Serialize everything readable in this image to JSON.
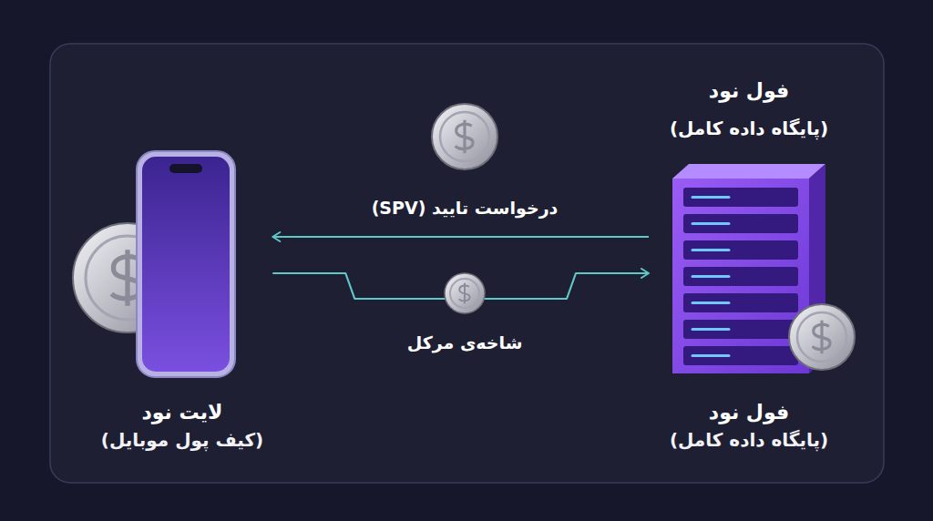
{
  "diagram": {
    "nodes": [
      {
        "text": [
          "فول نود",
          "(پایگاه داده کامل)"
        ]
      },
      {
        "text": [
          "لایت نود",
          "(کیف پول موبایل)"
        ]
      }
    ],
    "edges": [
      {
        "from": 0,
        "to": 1,
        "arrow": "to",
        "label": "درخواست تایید (SPV)"
      },
      {
        "from": 1,
        "to": 0,
        "arrow": "to",
        "label": "شاخه‌ی مرکل"
      }
    ],
    "labels": [
      "فول نود",
      "(پایگاه داده کامل)"
    ]
  }
}
